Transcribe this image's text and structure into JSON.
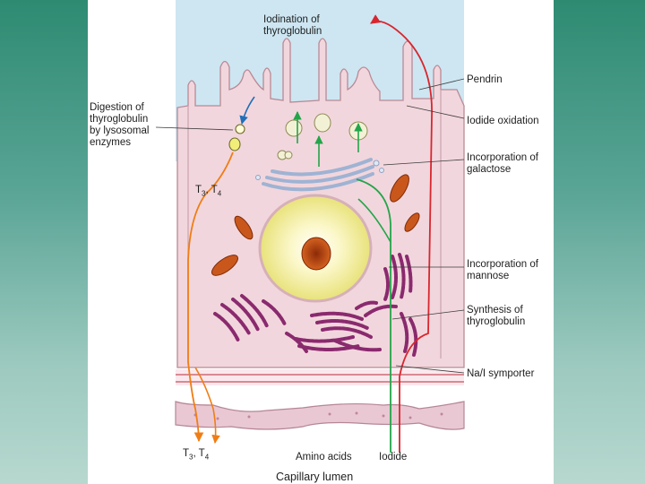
{
  "labels": {
    "iodination": "Iodination of\nthyroglobulin",
    "pendrin": "Pendrin",
    "iodide_oxidation": "Iodide oxidation",
    "digestion": "Digestion of\nthyroglobulin\nby lysosomal\nenzymes",
    "galactose": "Incorporation of\ngalactose",
    "mannose": "Incorporation of\nmannose",
    "synthesis": "Synthesis of\nthyroglobulin",
    "symporter": "Na/I symporter",
    "t3": "T",
    "t3_sub": "3",
    "t4": ", T",
    "t4_sub": "4",
    "amino_acids": "Amino acids",
    "iodide": "Iodide",
    "capillary": "Capillary lumen"
  },
  "colors": {
    "background_top": "#2e8b72",
    "colloid": "#cde6f2",
    "cytoplasm": "#f2d6dd",
    "cell_border": "#b98a95",
    "iodide_arrow": "#d9262e",
    "amino_arrow": "#23a54a",
    "hormone_arrow": "#f07d14",
    "exocytosis_arrow": "#1f6fb8",
    "rer": "#8a2a6e",
    "mitochondria": "#c9571c",
    "nucleus_ring": "#f4f1a8",
    "nucleolus": "#c5561a",
    "golgi": "#9fb3d3"
  }
}
